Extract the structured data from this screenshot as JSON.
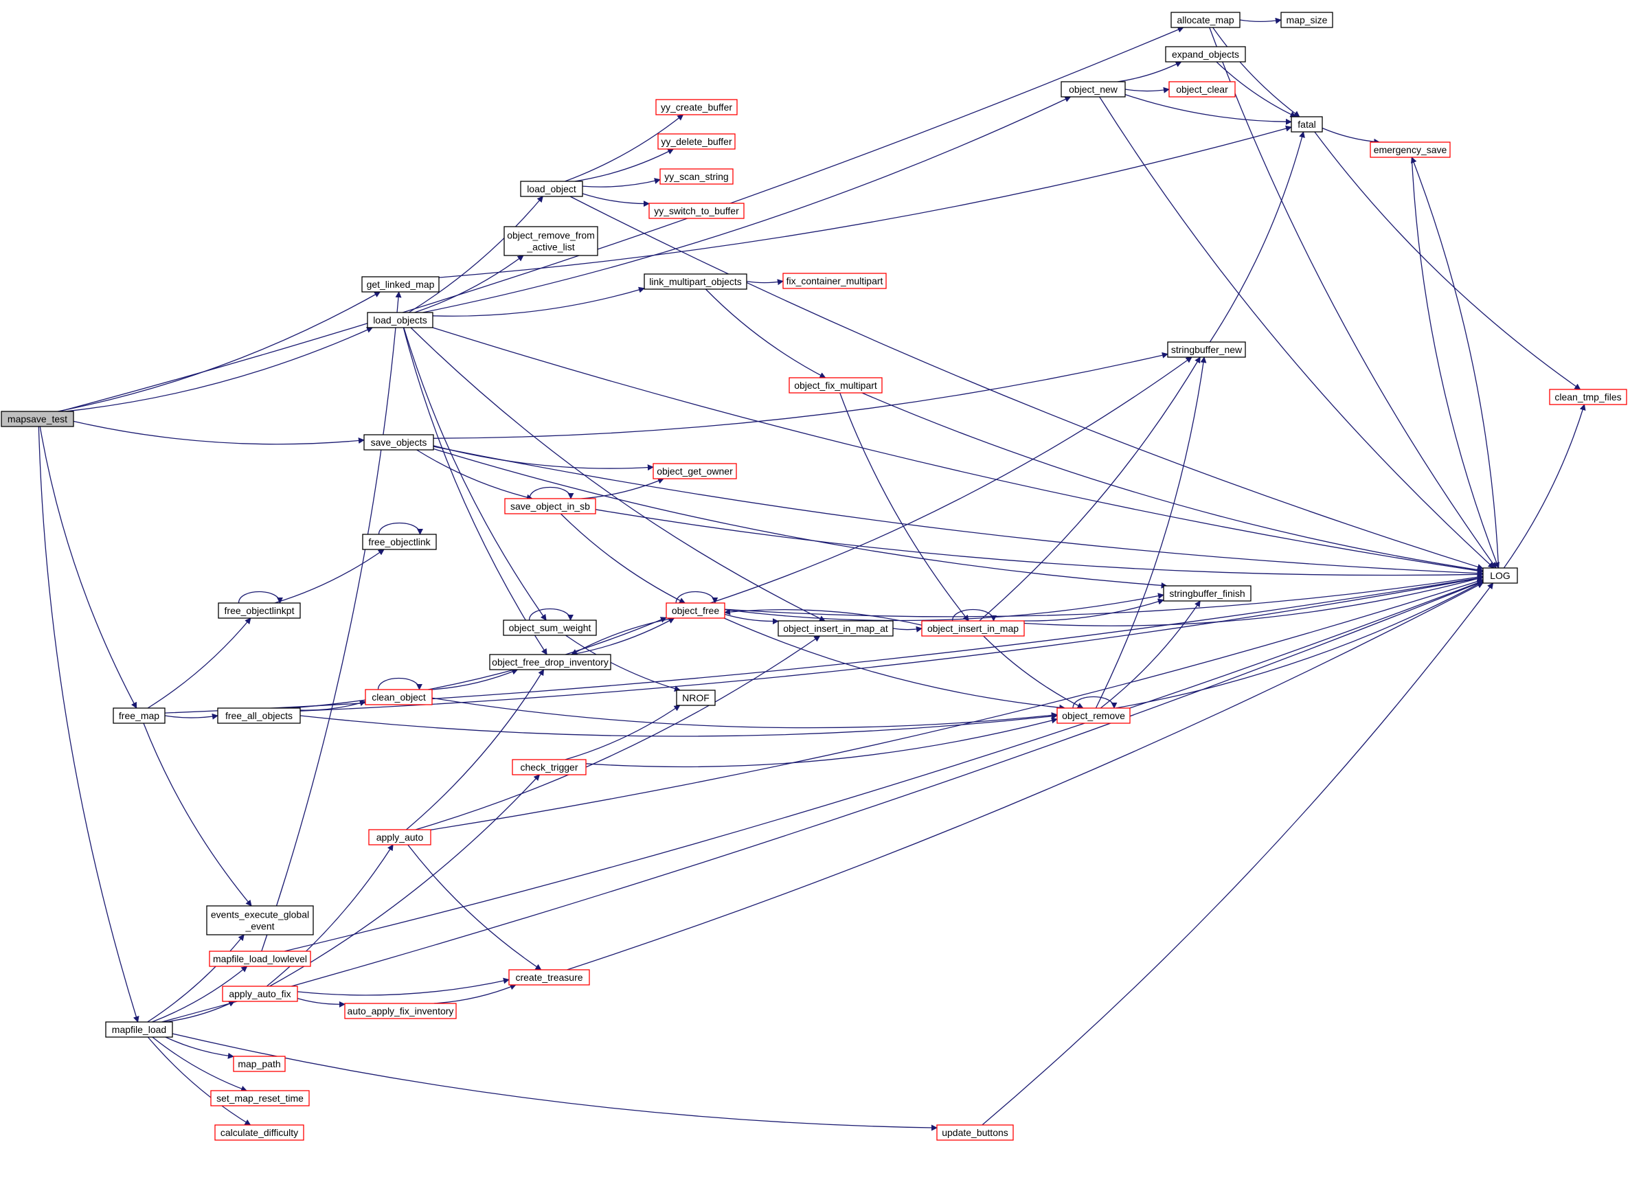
{
  "colors": {
    "edge": "#191970",
    "border_plain": "#000000",
    "border_truncated": "#ff0000",
    "root_fill": "#bfbfbf",
    "node_fill": "#ffffff"
  },
  "nodes": [
    {
      "id": "mapsave_test",
      "lines": [
        "mapsave_test"
      ],
      "style": "root"
    },
    {
      "id": "allocate_map",
      "lines": [
        "allocate_map"
      ],
      "style": "plain"
    },
    {
      "id": "map_size",
      "lines": [
        "map_size"
      ],
      "style": "plain"
    },
    {
      "id": "expand_objects",
      "lines": [
        "expand_objects"
      ],
      "style": "plain"
    },
    {
      "id": "object_new",
      "lines": [
        "object_new"
      ],
      "style": "plain"
    },
    {
      "id": "object_clear",
      "lines": [
        "object_clear"
      ],
      "style": "truncated"
    },
    {
      "id": "yy_create_buffer",
      "lines": [
        "yy_create_buffer"
      ],
      "style": "truncated"
    },
    {
      "id": "fatal",
      "lines": [
        "fatal"
      ],
      "style": "plain"
    },
    {
      "id": "yy_delete_buffer",
      "lines": [
        "yy_delete_buffer"
      ],
      "style": "truncated"
    },
    {
      "id": "emergency_save",
      "lines": [
        "emergency_save"
      ],
      "style": "truncated"
    },
    {
      "id": "yy_scan_string",
      "lines": [
        "yy_scan_string"
      ],
      "style": "truncated"
    },
    {
      "id": "load_object",
      "lines": [
        "load_object"
      ],
      "style": "plain"
    },
    {
      "id": "yy_switch_to_buffer",
      "lines": [
        "yy_switch_to_buffer"
      ],
      "style": "truncated"
    },
    {
      "id": "object_remove_from_active_list",
      "lines": [
        "object_remove_from",
        "_active_list"
      ],
      "style": "plain"
    },
    {
      "id": "get_linked_map",
      "lines": [
        "get_linked_map"
      ],
      "style": "plain"
    },
    {
      "id": "link_multipart_objects",
      "lines": [
        "link_multipart_objects"
      ],
      "style": "plain"
    },
    {
      "id": "fix_container_multipart",
      "lines": [
        "fix_container_multipart"
      ],
      "style": "truncated"
    },
    {
      "id": "load_objects",
      "lines": [
        "load_objects"
      ],
      "style": "plain"
    },
    {
      "id": "stringbuffer_new",
      "lines": [
        "stringbuffer_new"
      ],
      "style": "plain"
    },
    {
      "id": "object_fix_multipart",
      "lines": [
        "object_fix_multipart"
      ],
      "style": "truncated"
    },
    {
      "id": "clean_tmp_files",
      "lines": [
        "clean_tmp_files"
      ],
      "style": "truncated"
    },
    {
      "id": "save_objects",
      "lines": [
        "save_objects"
      ],
      "style": "plain"
    },
    {
      "id": "object_get_owner",
      "lines": [
        "object_get_owner"
      ],
      "style": "truncated"
    },
    {
      "id": "save_object_in_sb",
      "lines": [
        "save_object_in_sb"
      ],
      "style": "truncated"
    },
    {
      "id": "free_objectlink",
      "lines": [
        "free_objectlink"
      ],
      "style": "plain"
    },
    {
      "id": "LOG",
      "lines": [
        "LOG"
      ],
      "style": "plain"
    },
    {
      "id": "stringbuffer_finish",
      "lines": [
        "stringbuffer_finish"
      ],
      "style": "plain"
    },
    {
      "id": "free_objectlinkpt",
      "lines": [
        "free_objectlinkpt"
      ],
      "style": "plain"
    },
    {
      "id": "object_free",
      "lines": [
        "object_free"
      ],
      "style": "truncated"
    },
    {
      "id": "object_sum_weight",
      "lines": [
        "object_sum_weight"
      ],
      "style": "plain"
    },
    {
      "id": "object_insert_in_map_at",
      "lines": [
        "object_insert_in_map_at"
      ],
      "style": "plain"
    },
    {
      "id": "object_insert_in_map",
      "lines": [
        "object_insert_in_map"
      ],
      "style": "truncated"
    },
    {
      "id": "object_free_drop_inventory",
      "lines": [
        "object_free_drop_inventory"
      ],
      "style": "plain"
    },
    {
      "id": "NROF",
      "lines": [
        "NROF"
      ],
      "style": "plain"
    },
    {
      "id": "clean_object",
      "lines": [
        "clean_object"
      ],
      "style": "truncated"
    },
    {
      "id": "free_map",
      "lines": [
        "free_map"
      ],
      "style": "plain"
    },
    {
      "id": "free_all_objects",
      "lines": [
        "free_all_objects"
      ],
      "style": "plain"
    },
    {
      "id": "object_remove",
      "lines": [
        "object_remove"
      ],
      "style": "truncated"
    },
    {
      "id": "check_trigger",
      "lines": [
        "check_trigger"
      ],
      "style": "truncated"
    },
    {
      "id": "apply_auto",
      "lines": [
        "apply_auto"
      ],
      "style": "truncated"
    },
    {
      "id": "events_execute_global_event",
      "lines": [
        "events_execute_global",
        "_event"
      ],
      "style": "plain"
    },
    {
      "id": "mapfile_load_lowlevel",
      "lines": [
        "mapfile_load_lowlevel"
      ],
      "style": "truncated"
    },
    {
      "id": "create_treasure",
      "lines": [
        "create_treasure"
      ],
      "style": "truncated"
    },
    {
      "id": "apply_auto_fix",
      "lines": [
        "apply_auto_fix"
      ],
      "style": "truncated"
    },
    {
      "id": "auto_apply_fix_inventory",
      "lines": [
        "auto_apply_fix_inventory"
      ],
      "style": "truncated"
    },
    {
      "id": "mapfile_load",
      "lines": [
        "mapfile_load"
      ],
      "style": "plain"
    },
    {
      "id": "map_path",
      "lines": [
        "map_path"
      ],
      "style": "truncated"
    },
    {
      "id": "set_map_reset_time",
      "lines": [
        "set_map_reset_time"
      ],
      "style": "truncated"
    },
    {
      "id": "calculate_difficulty",
      "lines": [
        "calculate_difficulty"
      ],
      "style": "truncated"
    },
    {
      "id": "update_buttons",
      "lines": [
        "update_buttons"
      ],
      "style": "truncated"
    }
  ],
  "edges": [
    [
      "mapsave_test",
      "allocate_map"
    ],
    [
      "mapsave_test",
      "get_linked_map"
    ],
    [
      "mapsave_test",
      "load_objects"
    ],
    [
      "mapsave_test",
      "save_objects"
    ],
    [
      "mapsave_test",
      "free_map"
    ],
    [
      "mapsave_test",
      "mapfile_load"
    ],
    [
      "allocate_map",
      "map_size"
    ],
    [
      "allocate_map",
      "fatal"
    ],
    [
      "allocate_map",
      "LOG"
    ],
    [
      "expand_objects",
      "fatal"
    ],
    [
      "object_new",
      "expand_objects"
    ],
    [
      "object_new",
      "object_clear"
    ],
    [
      "object_new",
      "fatal"
    ],
    [
      "object_new",
      "LOG"
    ],
    [
      "fatal",
      "emergency_save"
    ],
    [
      "fatal",
      "clean_tmp_files"
    ],
    [
      "emergency_save",
      "LOG"
    ],
    [
      "LOG",
      "emergency_save"
    ],
    [
      "LOG",
      "clean_tmp_files"
    ],
    [
      "load_object",
      "yy_create_buffer"
    ],
    [
      "load_object",
      "yy_delete_buffer"
    ],
    [
      "load_object",
      "yy_scan_string"
    ],
    [
      "load_object",
      "yy_switch_to_buffer"
    ],
    [
      "load_object",
      "LOG"
    ],
    [
      "get_linked_map",
      "fatal"
    ],
    [
      "load_objects",
      "object_new"
    ],
    [
      "load_objects",
      "load_object"
    ],
    [
      "load_objects",
      "object_remove_from_active_list"
    ],
    [
      "load_objects",
      "link_multipart_objects"
    ],
    [
      "load_objects",
      "object_insert_in_map_at"
    ],
    [
      "load_objects",
      "object_sum_weight"
    ],
    [
      "load_objects",
      "object_free_drop_inventory"
    ],
    [
      "load_objects",
      "LOG"
    ],
    [
      "link_multipart_objects",
      "fix_container_multipart"
    ],
    [
      "link_multipart_objects",
      "object_fix_multipart"
    ],
    [
      "object_fix_multipart",
      "object_insert_in_map"
    ],
    [
      "object_fix_multipart",
      "LOG"
    ],
    [
      "stringbuffer_new",
      "fatal"
    ],
    [
      "save_objects",
      "stringbuffer_new"
    ],
    [
      "save_objects",
      "object_get_owner"
    ],
    [
      "save_objects",
      "save_object_in_sb"
    ],
    [
      "save_objects",
      "stringbuffer_finish"
    ],
    [
      "save_objects",
      "LOG"
    ],
    [
      "save_object_in_sb",
      "save_object_in_sb"
    ],
    [
      "save_object_in_sb",
      "object_get_owner"
    ],
    [
      "save_object_in_sb",
      "object_free"
    ],
    [
      "save_object_in_sb",
      "LOG"
    ],
    [
      "free_objectlink",
      "free_objectlink"
    ],
    [
      "free_objectlinkpt",
      "free_objectlinkpt"
    ],
    [
      "free_objectlinkpt",
      "free_objectlink"
    ],
    [
      "object_free",
      "object_free"
    ],
    [
      "object_free",
      "stringbuffer_new"
    ],
    [
      "object_free",
      "stringbuffer_finish"
    ],
    [
      "object_free",
      "object_insert_in_map_at"
    ],
    [
      "object_free",
      "object_free_drop_inventory"
    ],
    [
      "object_free",
      "object_remove"
    ],
    [
      "object_free",
      "LOG"
    ],
    [
      "object_sum_weight",
      "object_sum_weight"
    ],
    [
      "object_sum_weight",
      "NROF"
    ],
    [
      "object_insert_in_map_at",
      "object_insert_in_map"
    ],
    [
      "object_insert_in_map",
      "object_insert_in_map"
    ],
    [
      "object_insert_in_map",
      "object_free"
    ],
    [
      "object_insert_in_map",
      "stringbuffer_new"
    ],
    [
      "object_insert_in_map",
      "stringbuffer_finish"
    ],
    [
      "object_insert_in_map",
      "object_remove"
    ],
    [
      "object_insert_in_map",
      "LOG"
    ],
    [
      "object_free_drop_inventory",
      "object_free"
    ],
    [
      "clean_object",
      "clean_object"
    ],
    [
      "clean_object",
      "object_free_drop_inventory"
    ],
    [
      "clean_object",
      "object_remove"
    ],
    [
      "free_map",
      "free_objectlinkpt"
    ],
    [
      "free_map",
      "free_all_objects"
    ],
    [
      "free_map",
      "events_execute_global_event"
    ],
    [
      "free_map",
      "LOG"
    ],
    [
      "free_all_objects",
      "object_free"
    ],
    [
      "free_all_objects",
      "clean_object"
    ],
    [
      "free_all_objects",
      "object_remove"
    ],
    [
      "free_all_objects",
      "LOG"
    ],
    [
      "object_remove",
      "object_remove"
    ],
    [
      "object_remove",
      "stringbuffer_new"
    ],
    [
      "object_remove",
      "stringbuffer_finish"
    ],
    [
      "object_remove",
      "LOG"
    ],
    [
      "check_trigger",
      "NROF"
    ],
    [
      "check_trigger",
      "object_remove"
    ],
    [
      "apply_auto",
      "object_free_drop_inventory"
    ],
    [
      "apply_auto",
      "object_insert_in_map_at"
    ],
    [
      "apply_auto",
      "create_treasure"
    ],
    [
      "apply_auto",
      "LOG"
    ],
    [
      "mapfile_load_lowlevel",
      "get_linked_map"
    ],
    [
      "mapfile_load_lowlevel",
      "LOG"
    ],
    [
      "create_treasure",
      "LOG"
    ],
    [
      "apply_auto_fix",
      "check_trigger"
    ],
    [
      "apply_auto_fix",
      "apply_auto"
    ],
    [
      "apply_auto_fix",
      "create_treasure"
    ],
    [
      "apply_auto_fix",
      "auto_apply_fix_inventory"
    ],
    [
      "auto_apply_fix_inventory",
      "create_treasure"
    ],
    [
      "mapfile_load",
      "events_execute_global_event"
    ],
    [
      "mapfile_load",
      "mapfile_load_lowlevel"
    ],
    [
      "mapfile_load",
      "apply_auto_fix"
    ],
    [
      "mapfile_load",
      "map_path"
    ],
    [
      "mapfile_load",
      "set_map_reset_time"
    ],
    [
      "mapfile_load",
      "calculate_difficulty"
    ],
    [
      "mapfile_load",
      "update_buttons"
    ],
    [
      "mapfile_load",
      "LOG"
    ],
    [
      "update_buttons",
      "LOG"
    ]
  ]
}
